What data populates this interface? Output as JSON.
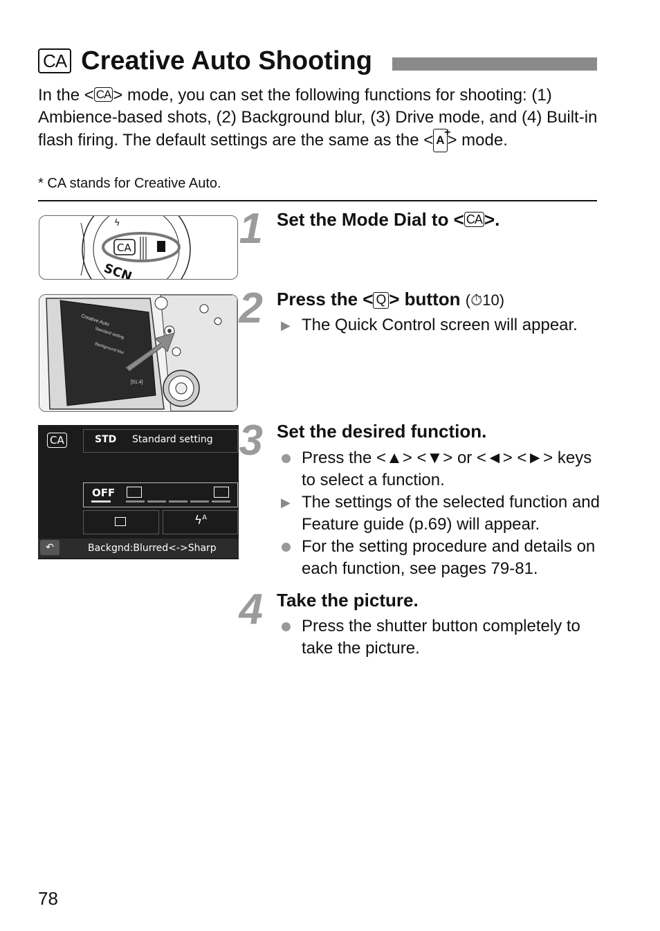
{
  "header": {
    "icon_label": "CA",
    "title": "Creative Auto Shooting"
  },
  "intro": {
    "part1": "In the <",
    "ca": "CA",
    "part2": "> mode, you can set the following functions for shooting: (1) Ambience-based shots, (2) Background blur, (3) Drive mode, and (4) Built-in flash firing. The default settings are the same as the <",
    "auto_icon": "A",
    "part3": "> mode.",
    "footnote": "* CA stands for Creative Auto."
  },
  "steps": [
    {
      "number": "1",
      "title_pre": "Set the Mode Dial to <",
      "title_icon": "CA",
      "title_post": ">."
    },
    {
      "number": "2",
      "title_pre": "Press the <",
      "title_icon": "Q",
      "title_post": "> button",
      "timer": "(⏱10)",
      "bullets": [
        {
          "type": "arrow",
          "text": "The Quick Control screen will appear."
        }
      ]
    },
    {
      "number": "3",
      "title": "Set the desired function.",
      "bullets": [
        {
          "type": "dot",
          "text": "Press the <▲> <▼> or <◄> <►> keys to select a function."
        },
        {
          "type": "arrow",
          "text": "The settings of the selected function and Feature guide (p.69) will appear."
        },
        {
          "type": "dot",
          "text": "For the setting procedure and details on each function, see pages 79-81."
        }
      ]
    },
    {
      "number": "4",
      "title": "Take the picture.",
      "bullets": [
        {
          "type": "dot",
          "text": "Press the shutter button completely to take the picture."
        }
      ]
    }
  ],
  "dial_image": {
    "mode_label": "CA",
    "scn_label": "SCN"
  },
  "camera_image": {
    "menu_title": "Creative Auto",
    "menu_items": [
      "Standard setting",
      "Background blur"
    ],
    "iso_label": "[51.4]"
  },
  "quick_screen": {
    "mode_icon": "CA",
    "std_icon": "STD",
    "ambience": "Standard setting",
    "blur_off": "OFF",
    "flash": "ϟ",
    "flash_sup": "A",
    "back_icon": "↶",
    "guide": "Backgnd:Blurred<->Sharp"
  },
  "page_number": "78"
}
